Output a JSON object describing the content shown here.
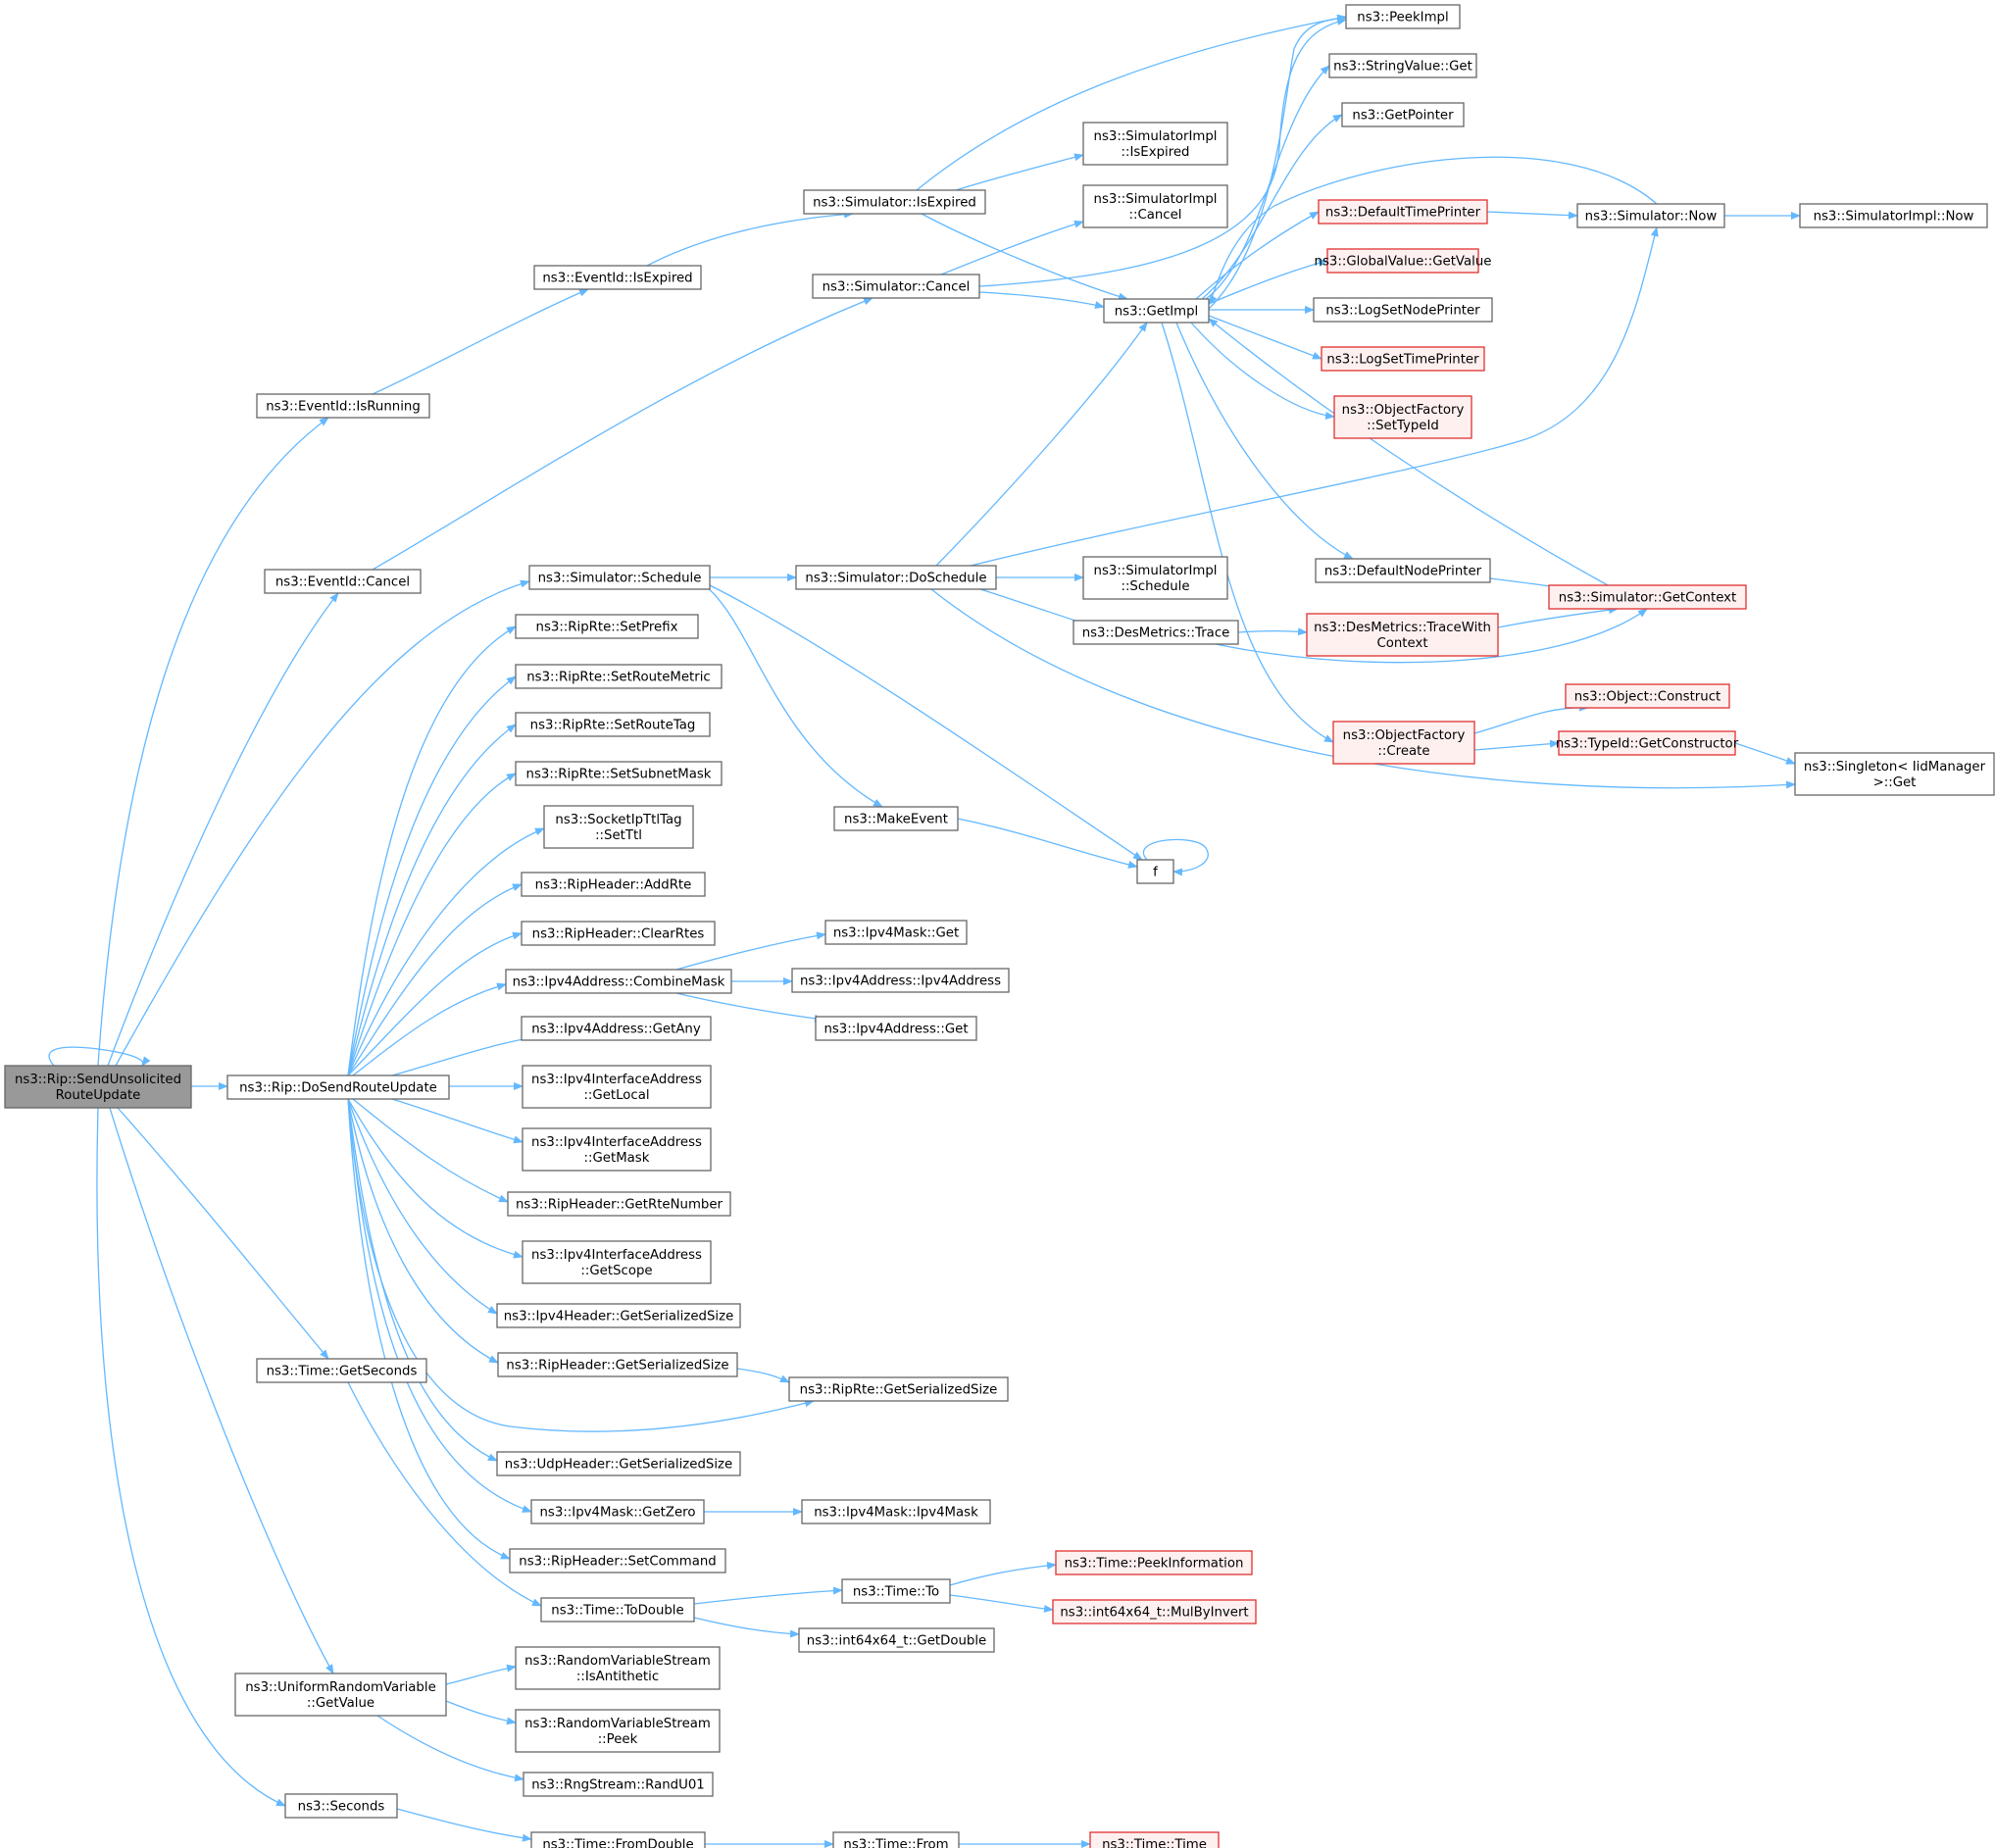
{
  "colors": {
    "edge": "#63b8ff",
    "node_border": "#666666",
    "highlight_border": "#e03030",
    "highlight_fill": "#fff0f0",
    "root_fill": "#999999"
  },
  "nodes": [
    {
      "id": "root",
      "lines": [
        "ns3::Rip::SendUnsolicited",
        "RouteUpdate"
      ],
      "style": "root"
    },
    {
      "id": "doSend",
      "lines": [
        "ns3::Rip::DoSendRouteUpdate"
      ]
    },
    {
      "id": "evRunning",
      "lines": [
        "ns3::EventId::IsRunning"
      ]
    },
    {
      "id": "evCancel",
      "lines": [
        "ns3::EventId::Cancel"
      ]
    },
    {
      "id": "simSchedule",
      "lines": [
        "ns3::Simulator::Schedule"
      ]
    },
    {
      "id": "timeGetSeconds",
      "lines": [
        "ns3::Time::GetSeconds"
      ]
    },
    {
      "id": "uniformGetValue",
      "lines": [
        "ns3::UniformRandomVariable",
        "::GetValue"
      ]
    },
    {
      "id": "seconds",
      "lines": [
        "ns3::Seconds"
      ]
    },
    {
      "id": "evIsExpired",
      "lines": [
        "ns3::EventId::IsExpired"
      ]
    },
    {
      "id": "simIsExpired",
      "lines": [
        "ns3::Simulator::IsExpired"
      ]
    },
    {
      "id": "simCancel",
      "lines": [
        "ns3::Simulator::Cancel"
      ]
    },
    {
      "id": "simDoSchedule",
      "lines": [
        "ns3::Simulator::DoSchedule"
      ]
    },
    {
      "id": "makeEvent",
      "lines": [
        "ns3::MakeEvent"
      ]
    },
    {
      "id": "f",
      "lines": [
        "f"
      ]
    },
    {
      "id": "setPrefix",
      "lines": [
        "ns3::RipRte::SetPrefix"
      ]
    },
    {
      "id": "setRouteMetric",
      "lines": [
        "ns3::RipRte::SetRouteMetric"
      ]
    },
    {
      "id": "setRouteTag",
      "lines": [
        "ns3::RipRte::SetRouteTag"
      ]
    },
    {
      "id": "setSubnetMask",
      "lines": [
        "ns3::RipRte::SetSubnetMask"
      ]
    },
    {
      "id": "setTtl",
      "lines": [
        "ns3::SocketIpTtlTag",
        "::SetTtl"
      ]
    },
    {
      "id": "addRte",
      "lines": [
        "ns3::RipHeader::AddRte"
      ]
    },
    {
      "id": "clearRtes",
      "lines": [
        "ns3::RipHeader::ClearRtes"
      ]
    },
    {
      "id": "combineMask",
      "lines": [
        "ns3::Ipv4Address::CombineMask"
      ]
    },
    {
      "id": "getAny",
      "lines": [
        "ns3::Ipv4Address::GetAny"
      ]
    },
    {
      "id": "getLocal",
      "lines": [
        "ns3::Ipv4InterfaceAddress",
        "::GetLocal"
      ]
    },
    {
      "id": "getMask",
      "lines": [
        "ns3::Ipv4InterfaceAddress",
        "::GetMask"
      ]
    },
    {
      "id": "getRteNumber",
      "lines": [
        "ns3::RipHeader::GetRteNumber"
      ]
    },
    {
      "id": "getScope",
      "lines": [
        "ns3::Ipv4InterfaceAddress",
        "::GetScope"
      ]
    },
    {
      "id": "ipv4HdrSize",
      "lines": [
        "ns3::Ipv4Header::GetSerializedSize"
      ]
    },
    {
      "id": "ripHdrSize",
      "lines": [
        "ns3::RipHeader::GetSerializedSize"
      ]
    },
    {
      "id": "ripRteSize",
      "lines": [
        "ns3::RipRte::GetSerializedSize"
      ]
    },
    {
      "id": "udpHdrSize",
      "lines": [
        "ns3::UdpHeader::GetSerializedSize"
      ]
    },
    {
      "id": "maskGetZero",
      "lines": [
        "ns3::Ipv4Mask::GetZero"
      ]
    },
    {
      "id": "maskCtor",
      "lines": [
        "ns3::Ipv4Mask::Ipv4Mask"
      ]
    },
    {
      "id": "setCommand",
      "lines": [
        "ns3::RipHeader::SetCommand"
      ]
    },
    {
      "id": "timeToDouble",
      "lines": [
        "ns3::Time::ToDouble"
      ]
    },
    {
      "id": "timeTo",
      "lines": [
        "ns3::Time::To"
      ]
    },
    {
      "id": "getDouble",
      "lines": [
        "ns3::int64x64_t::GetDouble"
      ]
    },
    {
      "id": "peekInfo",
      "lines": [
        "ns3::Time::PeekInformation"
      ],
      "style": "hl"
    },
    {
      "id": "mulByInvert",
      "lines": [
        "ns3::int64x64_t::MulByInvert"
      ],
      "style": "hl"
    },
    {
      "id": "isAntithetic",
      "lines": [
        "ns3::RandomVariableStream",
        "::IsAntithetic"
      ]
    },
    {
      "id": "rvsPeek",
      "lines": [
        "ns3::RandomVariableStream",
        "::Peek"
      ]
    },
    {
      "id": "randU01",
      "lines": [
        "ns3::RngStream::RandU01"
      ]
    },
    {
      "id": "fromDouble",
      "lines": [
        "ns3::Time::FromDouble"
      ]
    },
    {
      "id": "timeFrom",
      "lines": [
        "ns3::Time::From"
      ]
    },
    {
      "id": "timeTime",
      "lines": [
        "ns3::Time::Time"
      ],
      "style": "hl"
    },
    {
      "id": "maskGet",
      "lines": [
        "ns3::Ipv4Mask::Get"
      ]
    },
    {
      "id": "addrCtor",
      "lines": [
        "ns3::Ipv4Address::Ipv4Address"
      ]
    },
    {
      "id": "addrGet",
      "lines": [
        "ns3::Ipv4Address::Get"
      ]
    },
    {
      "id": "implIsExpired",
      "lines": [
        "ns3::SimulatorImpl",
        "::IsExpired"
      ]
    },
    {
      "id": "implCancel",
      "lines": [
        "ns3::SimulatorImpl",
        "::Cancel"
      ]
    },
    {
      "id": "getImpl",
      "lines": [
        "ns3::GetImpl"
      ]
    },
    {
      "id": "implSchedule",
      "lines": [
        "ns3::SimulatorImpl",
        "::Schedule"
      ]
    },
    {
      "id": "desTrace",
      "lines": [
        "ns3::DesMetrics::Trace"
      ]
    },
    {
      "id": "peekImpl",
      "lines": [
        "ns3::PeekImpl"
      ]
    },
    {
      "id": "stringGet",
      "lines": [
        "ns3::StringValue::Get"
      ]
    },
    {
      "id": "getPointer",
      "lines": [
        "ns3::GetPointer"
      ]
    },
    {
      "id": "defTimePrinter",
      "lines": [
        "ns3::DefaultTimePrinter"
      ],
      "style": "hl"
    },
    {
      "id": "gvGetValue",
      "lines": [
        "ns3::GlobalValue::GetValue"
      ],
      "style": "hl"
    },
    {
      "id": "logNodePrinter",
      "lines": [
        "ns3::LogSetNodePrinter"
      ]
    },
    {
      "id": "logTimePrinter",
      "lines": [
        "ns3::LogSetTimePrinter"
      ],
      "style": "hl"
    },
    {
      "id": "ofSetTypeId",
      "lines": [
        "ns3::ObjectFactory",
        "::SetTypeId"
      ],
      "style": "hl"
    },
    {
      "id": "defNodePrinter",
      "lines": [
        "ns3::DefaultNodePrinter"
      ]
    },
    {
      "id": "traceWithCtx",
      "lines": [
        "ns3::DesMetrics::TraceWith",
        "Context"
      ],
      "style": "hl"
    },
    {
      "id": "ofCreate",
      "lines": [
        "ns3::ObjectFactory",
        "::Create"
      ],
      "style": "hl"
    },
    {
      "id": "simNow",
      "lines": [
        "ns3::Simulator::Now"
      ]
    },
    {
      "id": "implNow",
      "lines": [
        "ns3::SimulatorImpl::Now"
      ]
    },
    {
      "id": "getContext",
      "lines": [
        "ns3::Simulator::GetContext"
      ],
      "style": "hl"
    },
    {
      "id": "objConstruct",
      "lines": [
        "ns3::Object::Construct"
      ],
      "style": "hl"
    },
    {
      "id": "getCtor",
      "lines": [
        "ns3::TypeId::GetConstructor"
      ],
      "style": "hl"
    },
    {
      "id": "singletonGet",
      "lines": [
        "ns3::Singleton< IidManager",
        ">::Get"
      ]
    }
  ]
}
